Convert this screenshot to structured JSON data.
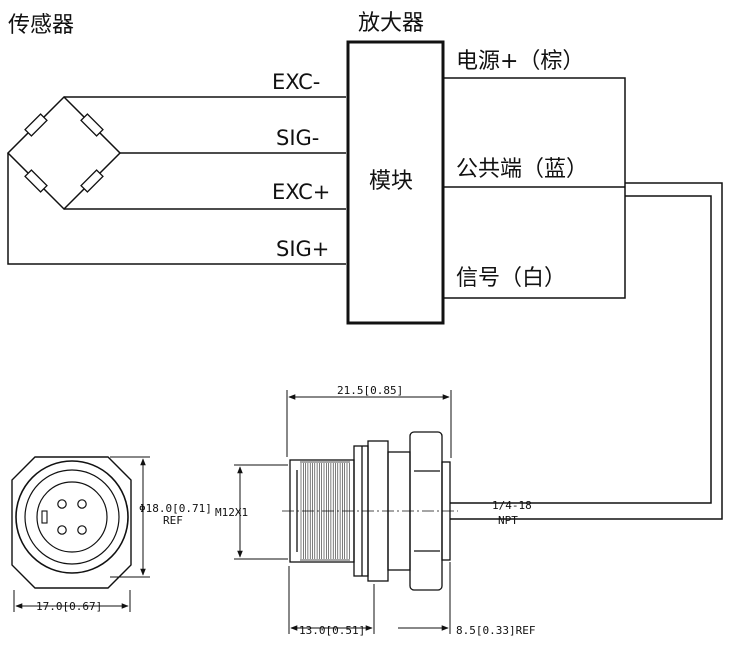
{
  "sensor": {
    "title": "传感器"
  },
  "amplifier": {
    "title": "放大器",
    "module_label": "模块"
  },
  "signals": {
    "exc_minus": "EXC-",
    "sig_minus": "SIG-",
    "exc_plus": "EXC+",
    "sig_plus": "SIG+"
  },
  "outputs": {
    "power": "电源+（棕）",
    "common": "公共端（蓝）",
    "signal": "信号（白）"
  },
  "dimensions": {
    "overall_length": "21.5[0.85]",
    "diameter": "Φ18.0[0.71]",
    "diameter_ref": "REF",
    "face_width": "17.0[0.67]",
    "thread": "M12X1",
    "npt_size": "1/4-18",
    "npt_label": "NPT",
    "body_length": "13.0[0.51]",
    "hex_length": "8.5[0.33]REF"
  },
  "colors": {
    "line": "#111111",
    "background": "#ffffff"
  }
}
